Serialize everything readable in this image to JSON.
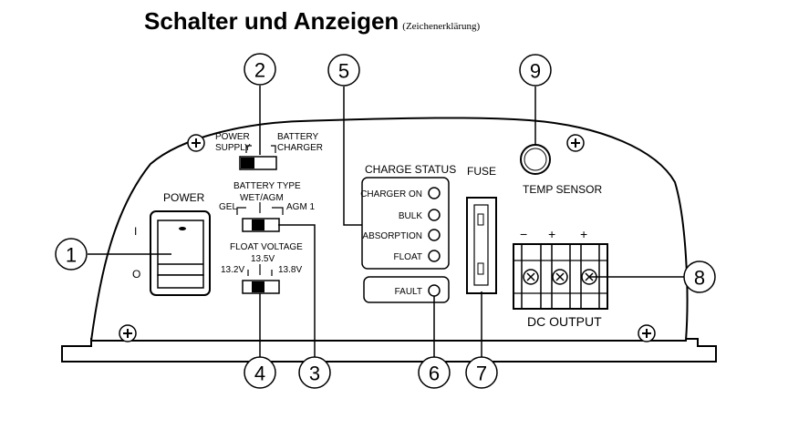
{
  "title": "Schalter und Anzeigen",
  "subtitle": "(Zeichenerklärung)",
  "labels": {
    "power": "POWER",
    "power_on": "I",
    "power_off": "O",
    "power_supply_1": "POWER",
    "power_supply_2": "SUPPLY",
    "battery_charger_1": "BATTERY",
    "battery_charger_2": "CHARGER",
    "battery_type": "BATTERY TYPE",
    "wet_agm": "WET/AGM",
    "gel": "GEL",
    "agm1": "AGM 1",
    "float_voltage": "FLOAT VOLTAGE",
    "v135": "13.5V",
    "v132": "13.2V",
    "v138": "13.8V",
    "charge_status": "CHARGE STATUS",
    "charger_on": "CHARGER ON",
    "bulk": "BULK",
    "absorption": "ABSORPTION",
    "float": "FLOAT",
    "fault": "FAULT",
    "fuse": "FUSE",
    "temp_sensor": "TEMP SENSOR",
    "dc_output": "DC OUTPUT",
    "minus": "−",
    "plus1": "+",
    "plus2": "+"
  },
  "callouts": [
    "1",
    "2",
    "3",
    "4",
    "5",
    "6",
    "7",
    "8",
    "9"
  ]
}
